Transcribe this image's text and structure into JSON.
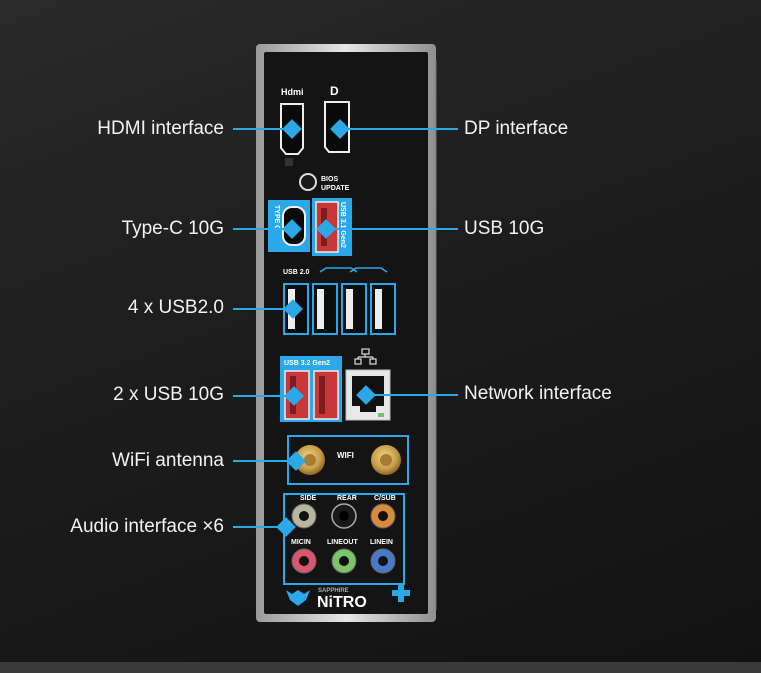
{
  "callouts": {
    "hdmi": "HDMI interface",
    "dp": "DP interface",
    "typec": "Type-C 10G",
    "usb10g": "USB 10G",
    "usb2": "4 x USB2.0",
    "usb10g_x2": "2 x USB 10G",
    "network": "Network interface",
    "wifi": "WiFi antenna",
    "audio": "Audio interface ×6"
  },
  "panel": {
    "hdmi_logo": "Hdmi",
    "bios_update_line1": "BIOS",
    "bios_update_line2": "UPDATE",
    "type_c_label": "TYPE C",
    "usb31_label": "USB 3.1 Gen2",
    "usb20_label": "USB 2.0",
    "usb32_label": "USB 3.2 Gen2",
    "wifi_label": "WIFI",
    "audio_top": [
      "SIDE",
      "REAR",
      "C/SUB"
    ],
    "audio_bottom": [
      "MICIN",
      "LINEOUT",
      "LINEIN"
    ],
    "brand_small": "SAPPHIRE",
    "brand_big": "NiTRO"
  },
  "colors": {
    "accent": "#2aa8e8",
    "panel": "#151515",
    "frame": "#c9c9c9",
    "usb_red": "#c8383a",
    "gold": "#c9a14a"
  }
}
